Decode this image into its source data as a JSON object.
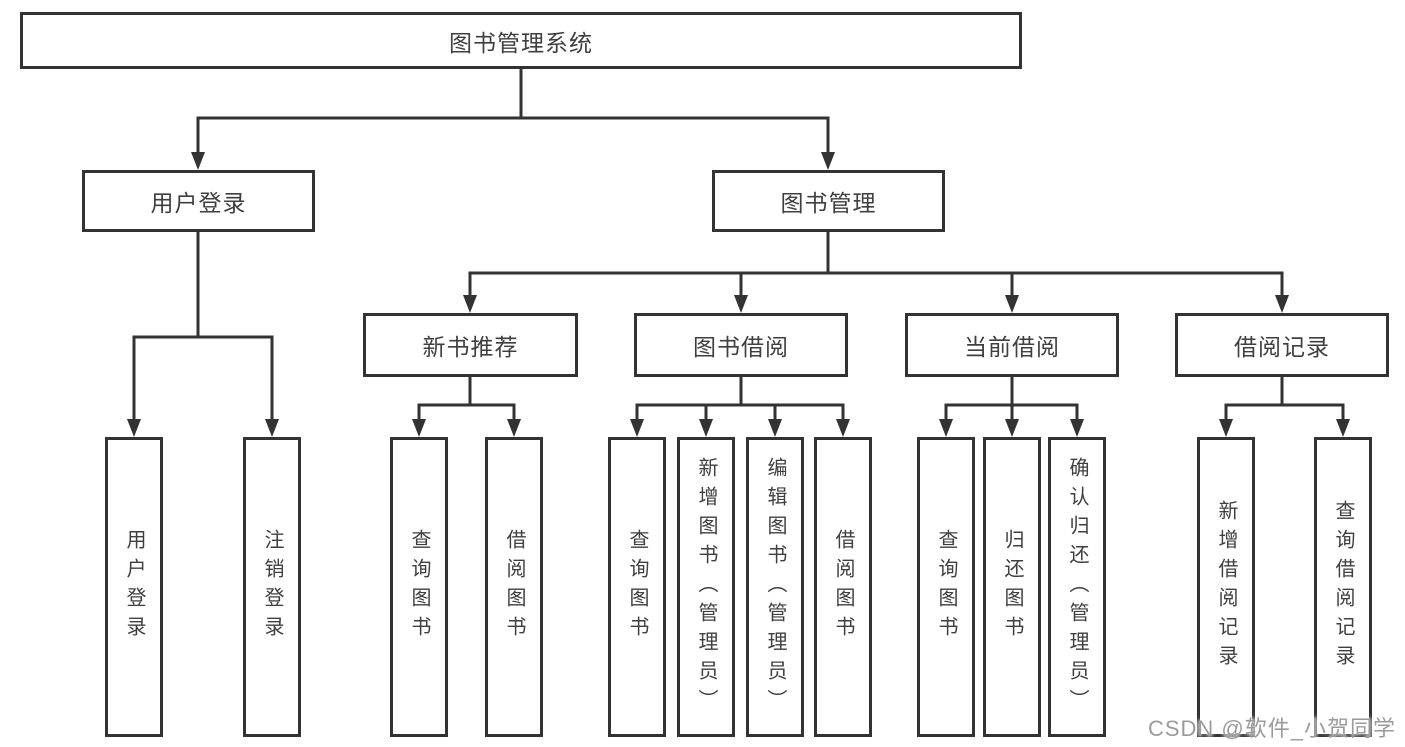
{
  "diagram": {
    "title": "图书管理系统",
    "colors": {
      "line": "#333333",
      "box_border": "#333333",
      "text": "#3f3f3f",
      "watermark": "#9b9b9b",
      "background": "#ffffff"
    },
    "root": {
      "label": "图书管理系统"
    },
    "branches": {
      "user_login": {
        "label": "用户登录"
      },
      "book_management": {
        "label": "图书管理"
      }
    },
    "categories": {
      "new_book_recommend": {
        "label": "新书推荐"
      },
      "book_borrowing": {
        "label": "图书借阅"
      },
      "current_borrowing": {
        "label": "当前借阅"
      },
      "borrowing_records": {
        "label": "借阅记录"
      }
    },
    "leaves": {
      "user_login": {
        "label": "用户登录"
      },
      "logout": {
        "label": "注销登录"
      },
      "nb_query_books": {
        "label": "查询图书"
      },
      "nb_borrow_books": {
        "label": "借阅图书"
      },
      "bb_query_books": {
        "label": "查询图书"
      },
      "bb_add_books_admin": {
        "label": "新增图书（管理员）"
      },
      "bb_edit_books_admin": {
        "label": "编辑图书（管理员）"
      },
      "bb_borrow_books": {
        "label": "借阅图书"
      },
      "cb_query_books": {
        "label": "查询图书"
      },
      "cb_return_books": {
        "label": "归还图书"
      },
      "cb_confirm_return_admin": {
        "label": "确认归还（管理员）"
      },
      "br_add_record": {
        "label": "新增借阅记录"
      },
      "br_query_record": {
        "label": "查询借阅记录"
      }
    }
  },
  "watermark": {
    "text": "CSDN @软件_小贺同学"
  }
}
